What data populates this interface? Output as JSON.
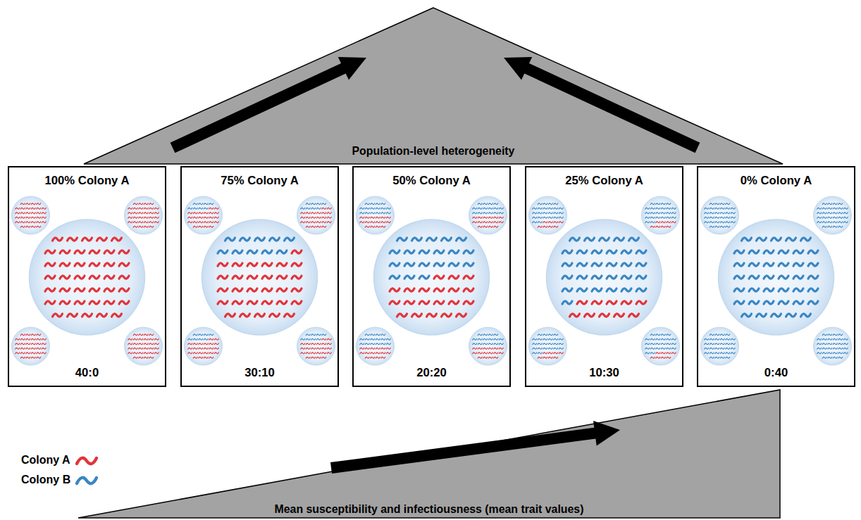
{
  "diagram": {
    "nodes": [
      {
        "text": [
          "Population-level heterogeneity"
        ]
      },
      {
        "text": [
          "100% Colony A",
          "40:0"
        ]
      },
      {
        "text": [
          "75% Colony A",
          "30:10"
        ]
      },
      {
        "text": [
          "50% Colony A",
          "20:20"
        ]
      },
      {
        "text": [
          "25% Colony A",
          "10:30"
        ]
      },
      {
        "text": [
          "0% Colony A",
          "0:40"
        ]
      },
      {
        "text": [
          "Mean susceptibility and infectiousness (mean trait values)"
        ]
      }
    ],
    "legend": [
      {
        "text": "Colony A",
        "color": "#e2343b"
      },
      {
        "text": "Colony B",
        "color": "#3a86c3"
      }
    ]
  }
}
